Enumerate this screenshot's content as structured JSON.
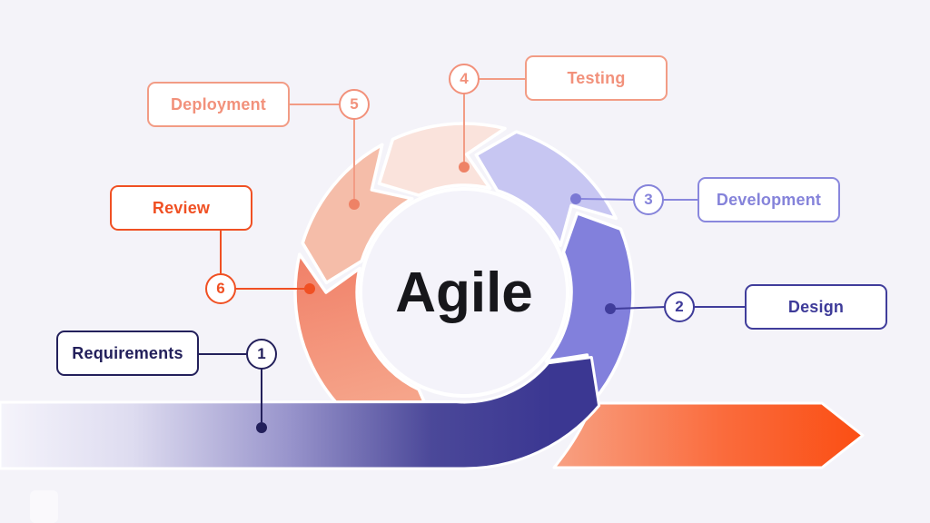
{
  "title": "Agile",
  "diagram_type": "cycle",
  "stages": [
    {
      "number": "1",
      "label": "Requirements",
      "color": "#23205B"
    },
    {
      "number": "2",
      "label": "Design",
      "color": "#3E3B99"
    },
    {
      "number": "3",
      "label": "Development",
      "color": "#8583DA"
    },
    {
      "number": "4",
      "label": "Testing",
      "color": "#F29580"
    },
    {
      "number": "5",
      "label": "Deployment",
      "color": "#F29580"
    },
    {
      "number": "6",
      "label": "Review",
      "color": "#F05023"
    }
  ],
  "palette": {
    "background": "#F4F3F9",
    "segment_testing": "#FAE3DC",
    "segment_deployment": "#F5BDA9",
    "segment_review": "#F1826A",
    "segment_development": "#C7C6F2",
    "segment_design": "#8280DC",
    "flow_band_indigo": "#3B3792",
    "flow_arrow_orange": "#FB4E13",
    "title_color": "#17171B"
  }
}
